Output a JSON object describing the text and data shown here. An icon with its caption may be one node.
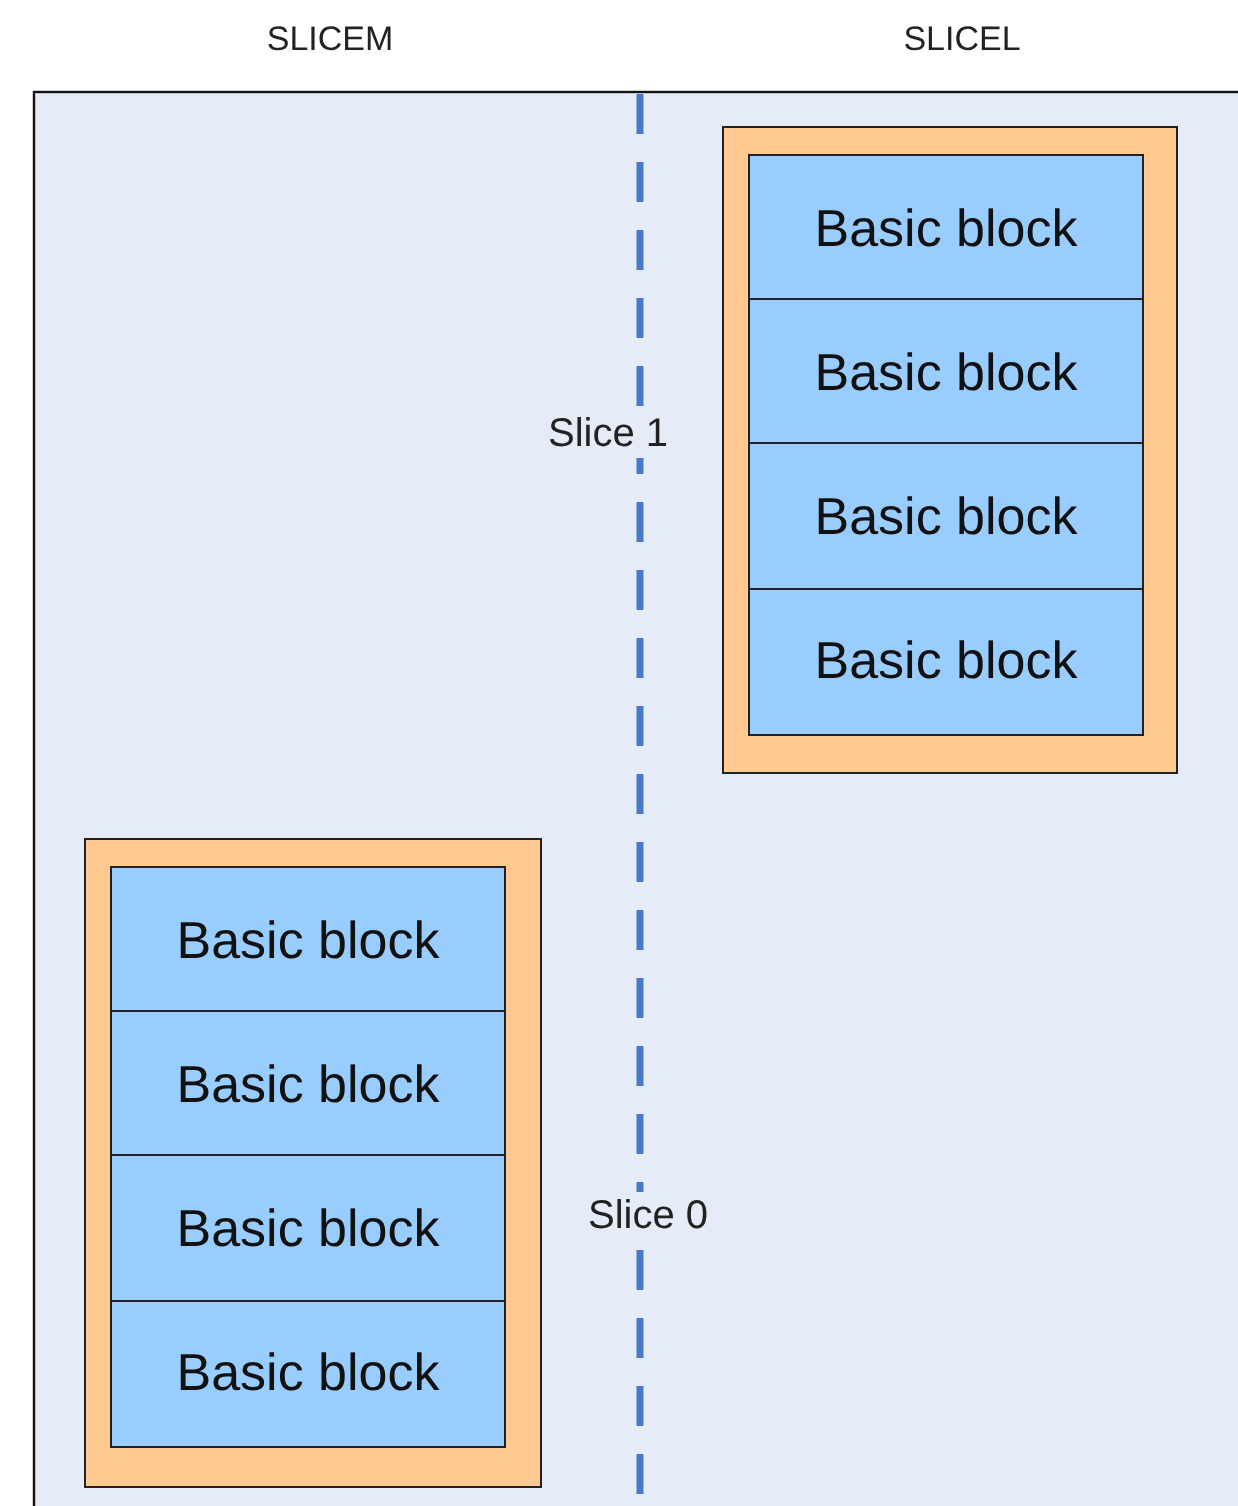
{
  "diagram": {
    "nodes": [
      {
        "text": [],
        "shape": "box",
        "beside": [
          "Slice 1"
        ]
      },
      {
        "text": [
          "Basic block"
        ],
        "in": 0
      },
      {
        "text": [
          "Basic block"
        ],
        "in": 0
      },
      {
        "text": [
          "Basic block"
        ],
        "in": 0
      },
      {
        "text": [
          "Basic block"
        ],
        "in": 0
      },
      {
        "text": [],
        "shape": "box",
        "beside": [
          "Slice 0"
        ]
      },
      {
        "text": [
          "Basic block"
        ],
        "in": 5
      },
      {
        "text": [
          "Basic block"
        ],
        "in": 5
      },
      {
        "text": [
          "Basic block"
        ],
        "in": 5
      },
      {
        "text": [
          "Basic block"
        ],
        "in": 5
      }
    ],
    "edges": [],
    "labels": [
      "SLICEM",
      "SLICEL"
    ]
  }
}
